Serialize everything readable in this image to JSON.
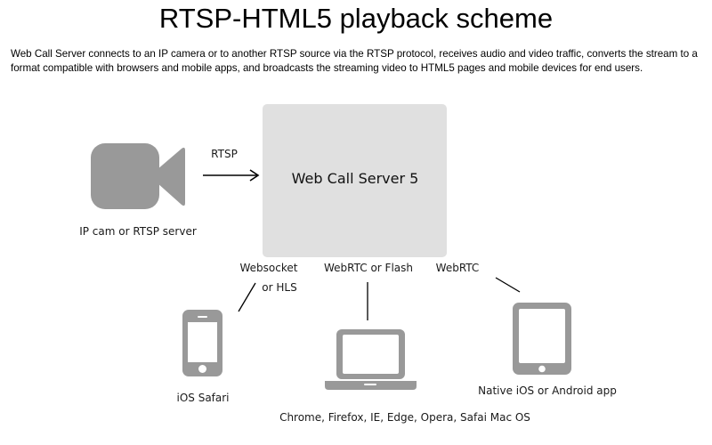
{
  "page": {
    "title": "RTSP-HTML5 playback scheme",
    "description": "Web Call Server connects to an IP camera or to another RTSP source via the RTSP protocol, receives audio and video traffic, converts the stream to a format compatible with browsers and mobile apps, and broadcasts the streaming video to HTML5 pages and mobile devices for end users."
  },
  "diagram": {
    "colors": {
      "icon": "#999999",
      "server_box": "#e0e0e0",
      "line": "#000000"
    },
    "source": {
      "icon": "video-camera-icon",
      "label": "IP cam or RTSP server"
    },
    "source_link": {
      "label": "RTSP"
    },
    "server": {
      "label": "Web Call Server 5"
    },
    "links": [
      {
        "label_line1": "Websocket",
        "label_line2": "or HLS",
        "target": "ios-safari"
      },
      {
        "label_line1": "WebRTC or Flash",
        "target": "desktop-browsers"
      },
      {
        "label_line1": "WebRTC",
        "target": "native-app"
      }
    ],
    "clients": [
      {
        "icon": "smartphone-icon",
        "label": "iOS Safari"
      },
      {
        "icon": "laptop-icon",
        "label": "Chrome, Firefox, IE, Edge, Opera, Safai Mac OS"
      },
      {
        "icon": "tablet-icon",
        "label": "Native iOS or Android app"
      }
    ]
  }
}
